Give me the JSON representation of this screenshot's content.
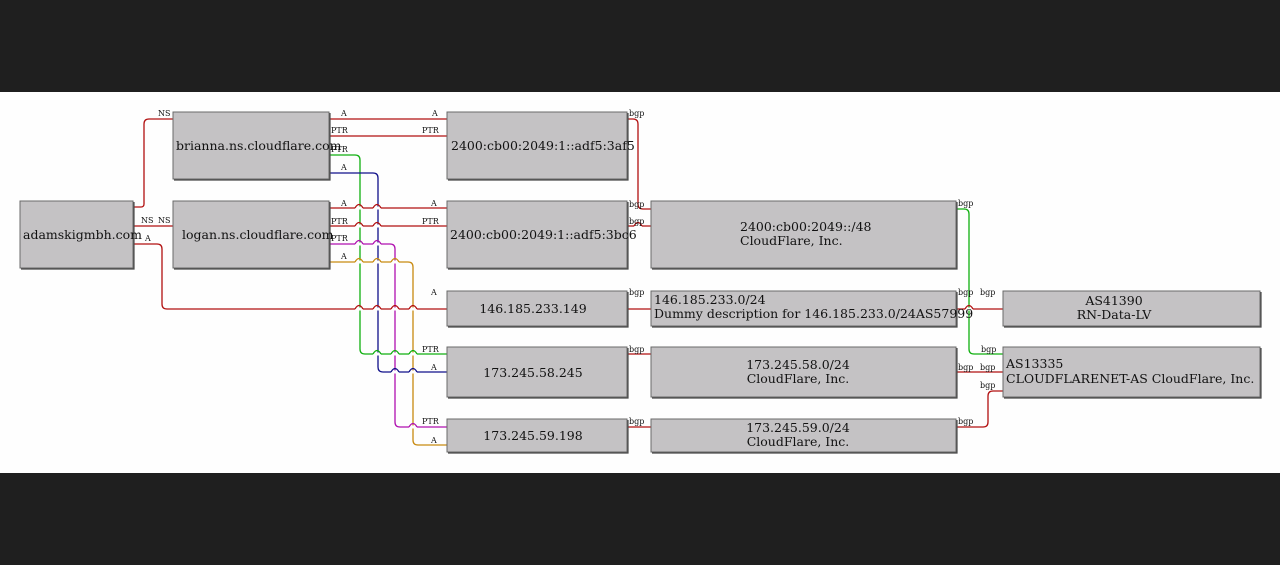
{
  "diagram": {
    "colors": {
      "red": "#b21010",
      "green": "#10b010",
      "blue": "#10108a",
      "magenta": "#b010b0",
      "orange": "#c88a10"
    },
    "nodes": [
      {
        "id": "adamskigmbh",
        "lines": [
          "adamskigmbh.com"
        ]
      },
      {
        "id": "brianna",
        "lines": [
          "brianna.ns.cloudflare.com"
        ]
      },
      {
        "id": "logan",
        "lines": [
          "logan.ns.cloudflare.com"
        ]
      },
      {
        "id": "ip6a",
        "lines": [
          "2400:cb00:2049:1::adf5:3af5"
        ]
      },
      {
        "id": "ip6b",
        "lines": [
          "2400:cb00:2049:1::adf5:3bc6"
        ]
      },
      {
        "id": "ip146",
        "lines": [
          "146.185.233.149"
        ]
      },
      {
        "id": "ip58",
        "lines": [
          "173.245.58.245"
        ]
      },
      {
        "id": "ip59",
        "lines": [
          "173.245.59.198"
        ]
      },
      {
        "id": "pfx6",
        "lines": [
          "2400:cb00:2049::/48",
          "CloudFlare, Inc."
        ]
      },
      {
        "id": "pfx146",
        "lines": [
          "146.185.233.0/24",
          "Dummy description for 146.185.233.0/24AS57999"
        ]
      },
      {
        "id": "pfx58",
        "lines": [
          "173.245.58.0/24",
          "CloudFlare, Inc."
        ]
      },
      {
        "id": "pfx59",
        "lines": [
          "173.245.59.0/24",
          "CloudFlare, Inc."
        ]
      },
      {
        "id": "as41390",
        "lines": [
          "AS41390",
          "RN-Data-LV"
        ]
      },
      {
        "id": "as13335",
        "lines": [
          "AS13335",
          "CLOUDFLARENET-AS CloudFlare, Inc."
        ]
      }
    ],
    "edges": [
      {
        "id": "e1",
        "from": "adamskigmbh",
        "to": "brianna",
        "color": "red",
        "labels": [
          "NS"
        ]
      },
      {
        "id": "e2",
        "from": "adamskigmbh",
        "to": "logan",
        "color": "red",
        "labels": [
          "NS",
          "NS"
        ]
      },
      {
        "id": "e3",
        "from": "adamskigmbh",
        "to": "ip146",
        "color": "red",
        "labels": [
          "A",
          "A"
        ]
      },
      {
        "id": "e4",
        "from": "brianna",
        "to": "ip6a",
        "color": "red",
        "labels": [
          "A",
          "A"
        ]
      },
      {
        "id": "e5",
        "from": "brianna",
        "to": "ip6a",
        "color": "red",
        "labels": [
          "PTR",
          "PTR"
        ]
      },
      {
        "id": "e6",
        "from": "brianna",
        "to": "ip58",
        "color": "green",
        "labels": [
          "PTR",
          "PTR"
        ]
      },
      {
        "id": "e7",
        "from": "brianna",
        "to": "ip58",
        "color": "blue",
        "labels": [
          "A",
          "A"
        ]
      },
      {
        "id": "e8",
        "from": "logan",
        "to": "ip6b",
        "color": "red",
        "labels": [
          "A",
          "A"
        ]
      },
      {
        "id": "e9",
        "from": "logan",
        "to": "ip6b",
        "color": "red",
        "labels": [
          "PTR",
          "PTR"
        ]
      },
      {
        "id": "e10",
        "from": "logan",
        "to": "ip59",
        "color": "magenta",
        "labels": [
          "PTR",
          "PTR"
        ]
      },
      {
        "id": "e11",
        "from": "logan",
        "to": "ip59",
        "color": "orange",
        "labels": [
          "A",
          "A"
        ]
      },
      {
        "id": "e12",
        "from": "ip6a",
        "to": "pfx6",
        "color": "red",
        "labels": [
          "bgp",
          "bgp"
        ]
      },
      {
        "id": "e13",
        "from": "ip6b",
        "to": "pfx6",
        "color": "red",
        "labels": [
          "bgp"
        ]
      },
      {
        "id": "e14",
        "from": "ip146",
        "to": "pfx146",
        "color": "red",
        "labels": [
          "bgp"
        ]
      },
      {
        "id": "e15",
        "from": "ip58",
        "to": "pfx58",
        "color": "red",
        "labels": [
          "bgp"
        ]
      },
      {
        "id": "e16",
        "from": "ip59",
        "to": "pfx59",
        "color": "red",
        "labels": [
          "bgp"
        ]
      },
      {
        "id": "e17",
        "from": "pfx6",
        "to": "as13335",
        "color": "green",
        "labels": [
          "bgp",
          "bgp"
        ]
      },
      {
        "id": "e18",
        "from": "pfx146",
        "to": "as41390",
        "color": "red",
        "labels": [
          "bgp",
          "bgp"
        ]
      },
      {
        "id": "e19",
        "from": "pfx58",
        "to": "as13335",
        "color": "red",
        "labels": [
          "bgp",
          "bgp"
        ]
      },
      {
        "id": "e20",
        "from": "pfx59",
        "to": "as13335",
        "color": "red",
        "labels": [
          "bgp",
          "bgp"
        ]
      }
    ]
  }
}
